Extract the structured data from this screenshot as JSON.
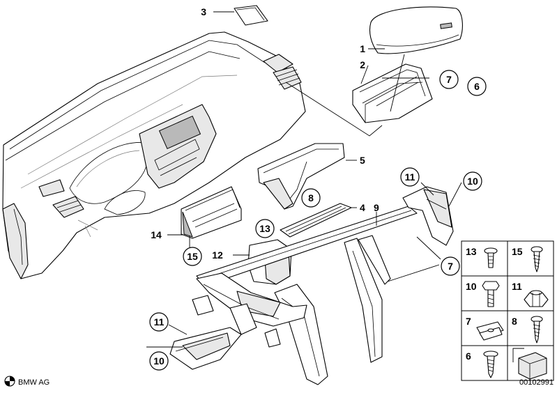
{
  "diagram": {
    "labels": {
      "p1": "1",
      "p2": "2",
      "p3": "3",
      "p4": "4",
      "p5": "5",
      "p6": "6",
      "p7a": "7",
      "p7b": "7",
      "p8": "8",
      "p9": "9",
      "p10a": "10",
      "p10b": "10",
      "p11a": "11",
      "p11b": "11",
      "p12": "12",
      "p13": "13",
      "p14": "14",
      "p15": "15"
    },
    "legend": [
      {
        "id": "13",
        "icon": "push-rivet-icon"
      },
      {
        "id": "15",
        "icon": "self-tapping-screw-icon"
      },
      {
        "id": "10",
        "icon": "hex-bolt-icon"
      },
      {
        "id": "11",
        "icon": "hex-nut-icon"
      },
      {
        "id": "7",
        "icon": "clip-nut-icon"
      },
      {
        "id": "8",
        "icon": "pan-head-screw-icon"
      },
      {
        "id": "6",
        "icon": "washer-screw-icon"
      },
      {
        "id": "",
        "icon": "rubber-damper-icon"
      }
    ]
  },
  "footer": {
    "brand": "BMW AG",
    "code": "00102991"
  }
}
